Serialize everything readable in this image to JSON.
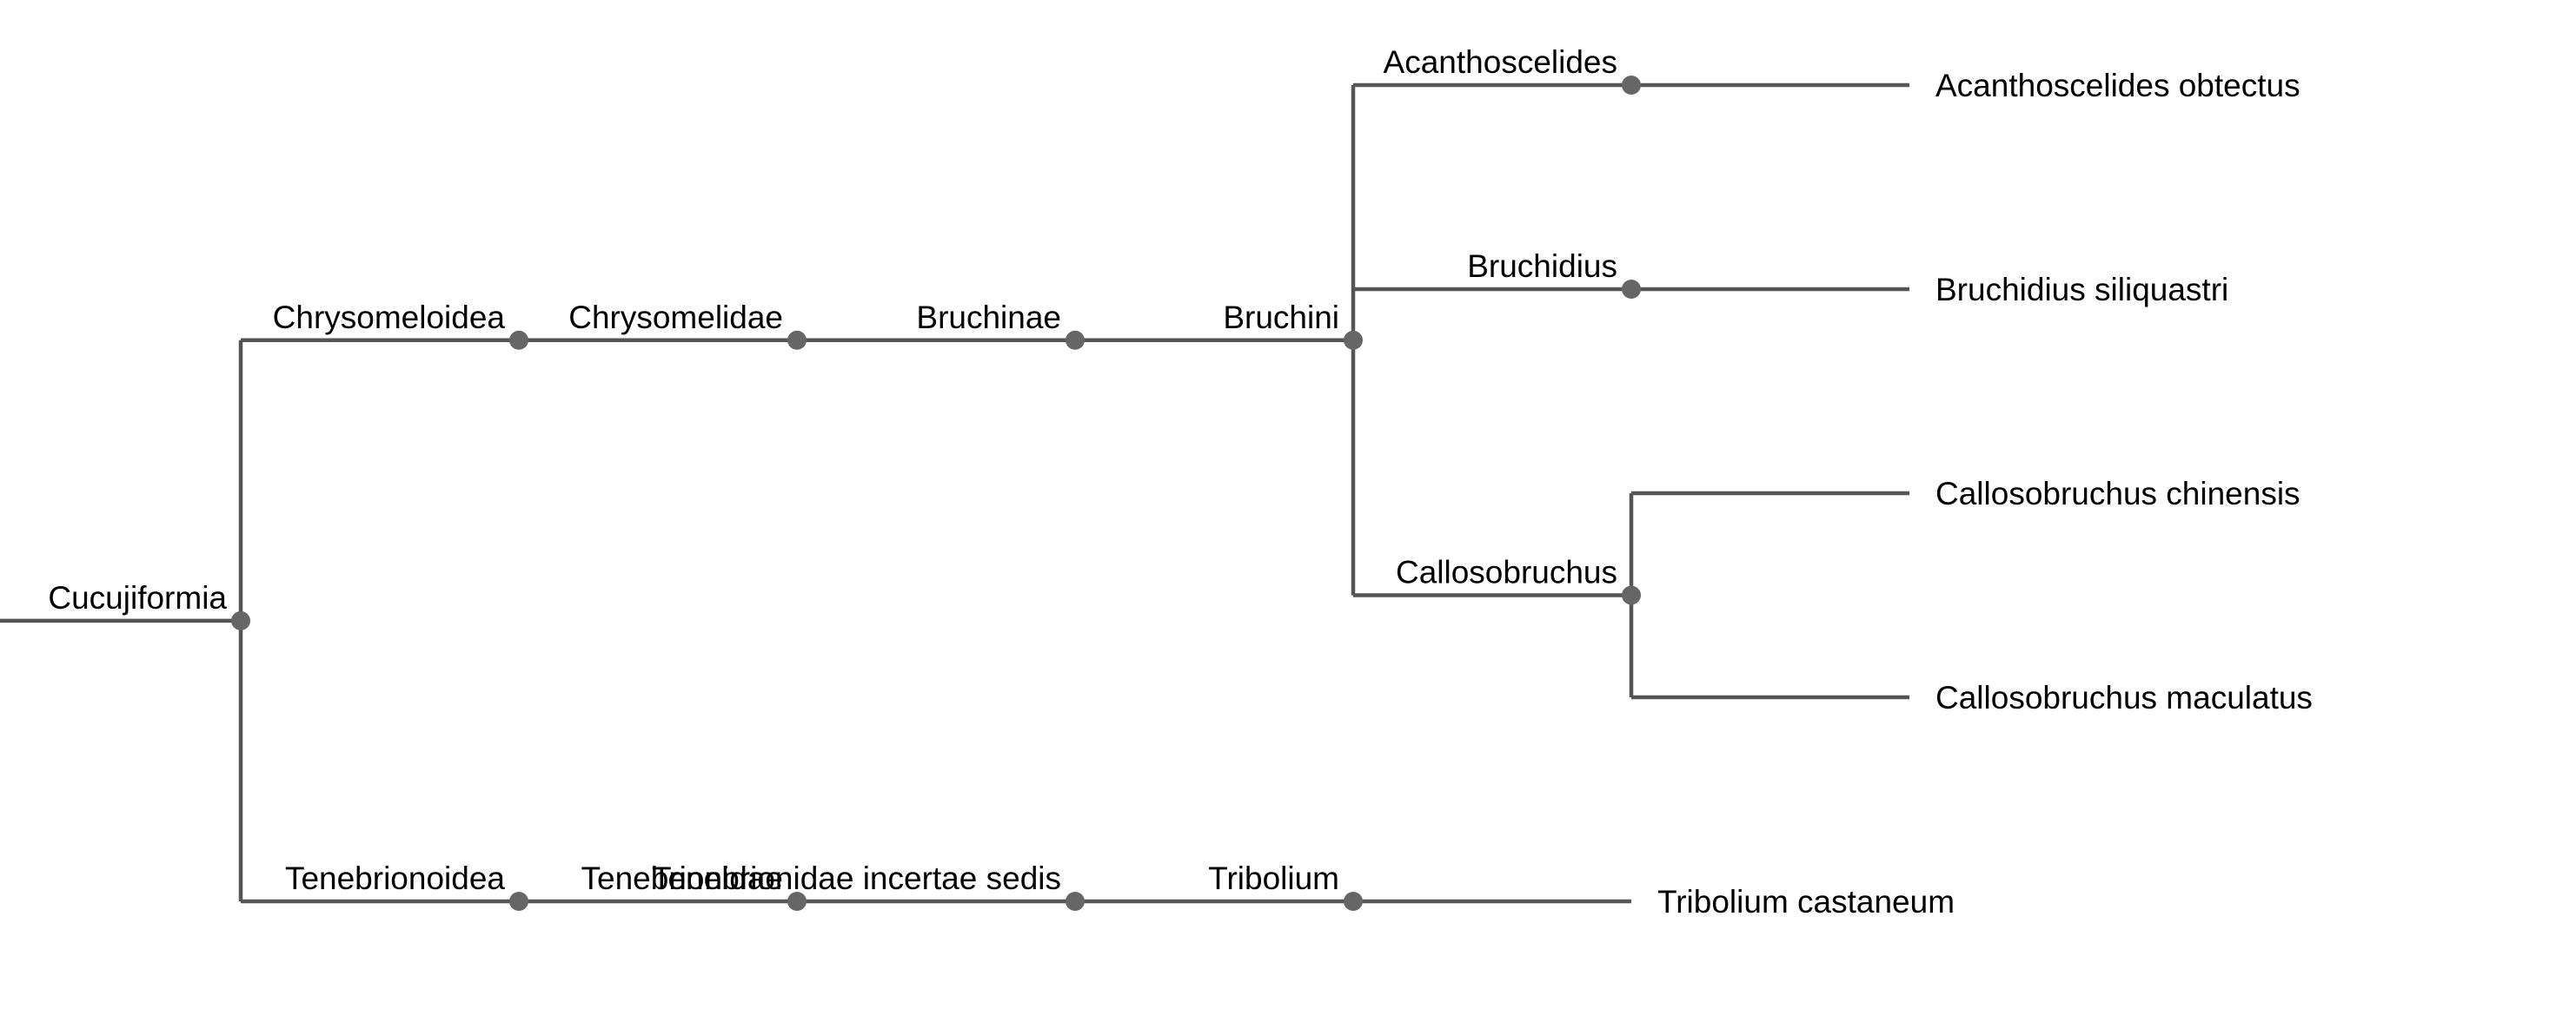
{
  "tree": {
    "colors": {
      "branch": "#555555",
      "node": "#666666",
      "text": "#000000",
      "background": "#ffffff"
    },
    "root": {
      "name": "Cucujiformia",
      "children": [
        {
          "name": "Chrysomeloidea",
          "children": [
            {
              "name": "Chrysomelidae",
              "children": [
                {
                  "name": "Bruchinae",
                  "children": [
                    {
                      "name": "Bruchini",
                      "children": [
                        {
                          "name": "Acanthoscelides",
                          "children": [
                            {
                              "name": "Acanthoscelides obtectus"
                            }
                          ]
                        },
                        {
                          "name": "Bruchidius",
                          "children": [
                            {
                              "name": "Bruchidius siliquastri"
                            }
                          ]
                        },
                        {
                          "name": "Callosobruchus",
                          "children": [
                            {
                              "name": "Callosobruchus chinensis"
                            },
                            {
                              "name": "Callosobruchus maculatus"
                            }
                          ]
                        }
                      ]
                    }
                  ]
                }
              ]
            }
          ]
        },
        {
          "name": "Tenebrionoidea",
          "children": [
            {
              "name": "Tenebrionidae",
              "children": [
                {
                  "name": "Tenebrionidae incertae sedis",
                  "children": [
                    {
                      "name": "Tribolium",
                      "children": [
                        {
                          "name": "Tribolium castaneum"
                        }
                      ]
                    }
                  ]
                }
              ]
            }
          ]
        }
      ]
    }
  }
}
